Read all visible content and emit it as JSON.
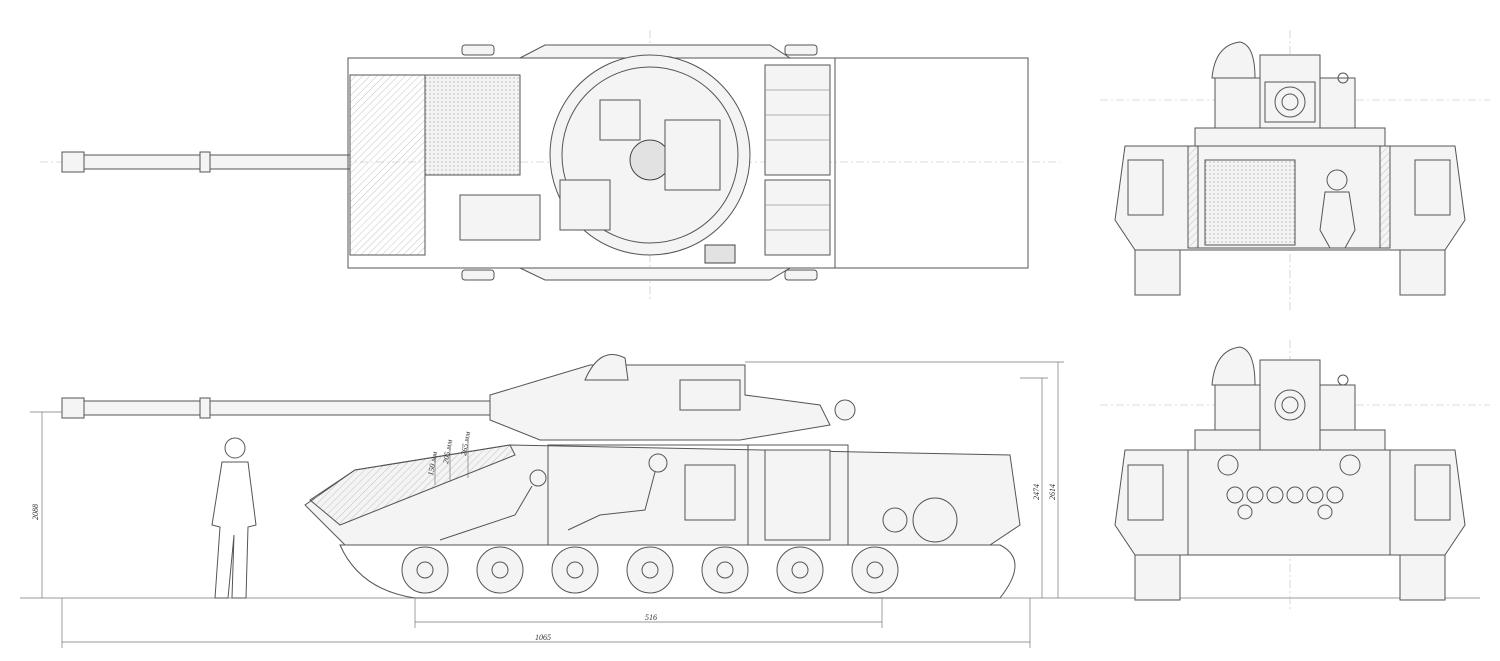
{
  "drawing": {
    "views": [
      "top-section",
      "side-section",
      "front-section-upper",
      "front-section-lower"
    ],
    "armor_labels": [
      "150 мм",
      "205 мм",
      "265 мм"
    ],
    "dimensions": {
      "height_left": "2088",
      "height_right_inner": "2474",
      "height_right_outer": "2614",
      "wheelbase": "516",
      "overall_length": "1065"
    },
    "colors": {
      "line": "#555555",
      "hatch": "#999999",
      "background": "#ffffff"
    }
  }
}
